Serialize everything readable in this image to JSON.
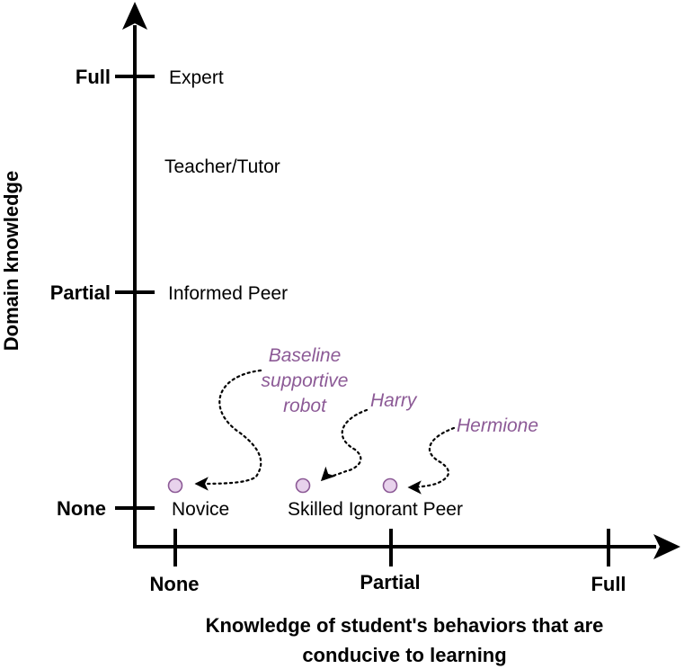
{
  "colors": {
    "agent_text": "#8c5a96",
    "agent_dot_fill": "#e8d2ec",
    "agent_dot_stroke": "#8c5a96"
  },
  "y_axis": {
    "title": "Domain knowledge",
    "ticks": [
      "Full",
      "Partial",
      "None"
    ]
  },
  "x_axis": {
    "title_line1": "Knowledge of student's behaviors that are",
    "title_line2": "conducive to learning",
    "ticks": [
      "None",
      "Partial",
      "Full"
    ]
  },
  "roles": {
    "expert": "Expert",
    "teacher": "Teacher/Tutor",
    "informed_peer": "Informed Peer",
    "novice": "Novice",
    "skilled_ignorant_peer": "Skilled Ignorant Peer"
  },
  "agents": {
    "baseline": [
      "Baseline",
      "supportive",
      "robot"
    ],
    "harry": "Harry",
    "hermione": "Hermione"
  }
}
